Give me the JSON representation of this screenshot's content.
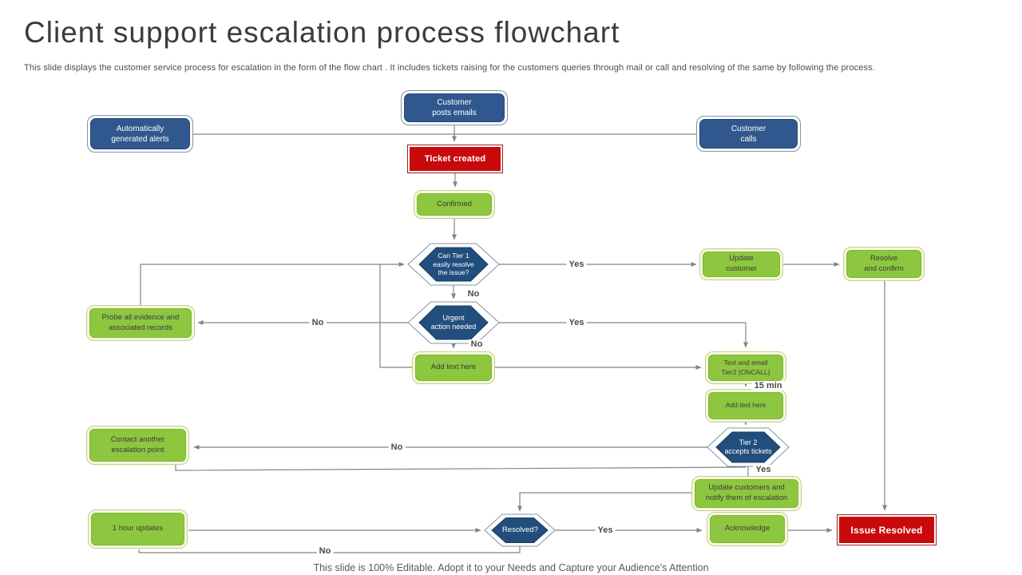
{
  "header": {
    "title": "Client support escalation process flowchart",
    "subtitle": "This slide displays the customer service process for escalation in the form of the flow chart . It includes tickets raising for the customers queries through mail or call and resolving of the same by following the process."
  },
  "footer": {
    "note": "This slide is 100% Editable. Adopt it to your Needs and Capture your Audience's Attention"
  },
  "labels": {
    "yes": "Yes",
    "no": "No",
    "fifteen_min": "15 min"
  },
  "nodes": {
    "alerts": "Automatically\ngenerated alerts",
    "posts_emails": "Customer\nposts emails",
    "calls": "Customer\ncalls",
    "ticket_created": "Ticket created",
    "confirmed": "Confirmed",
    "tier1_question": "Can Tier 1\neasily resolve\nthe issue?",
    "update_customer": "Update\ncustomer",
    "resolve_confirm": "Resolve\nand confirm",
    "urgent_question": "Urgent\naction needed",
    "probe": "Probe all evidence and\nassociated records",
    "add_text_1": "Add text here",
    "text_email_tier2": "Text and email\nTier2 (ONCALL)",
    "add_text_2": "Add text here",
    "tier2_question": "Tier 2\naccepts tickets",
    "contact_escalation": "Contact another\nescalation point",
    "update_customers_notify": "Update customers and\nnotify them of escalation",
    "one_hour_updates": "1 hour updates",
    "resolved_question": "Resolved?",
    "acknowledge": "Acknowledge",
    "issue_resolved": "Issue Resolved"
  },
  "colors": {
    "process_blue": "#30588e",
    "decision_blue": "#224e7d",
    "step_green": "#8dc63f",
    "alert_red": "#c9090c",
    "connector_gray": "#848484"
  }
}
